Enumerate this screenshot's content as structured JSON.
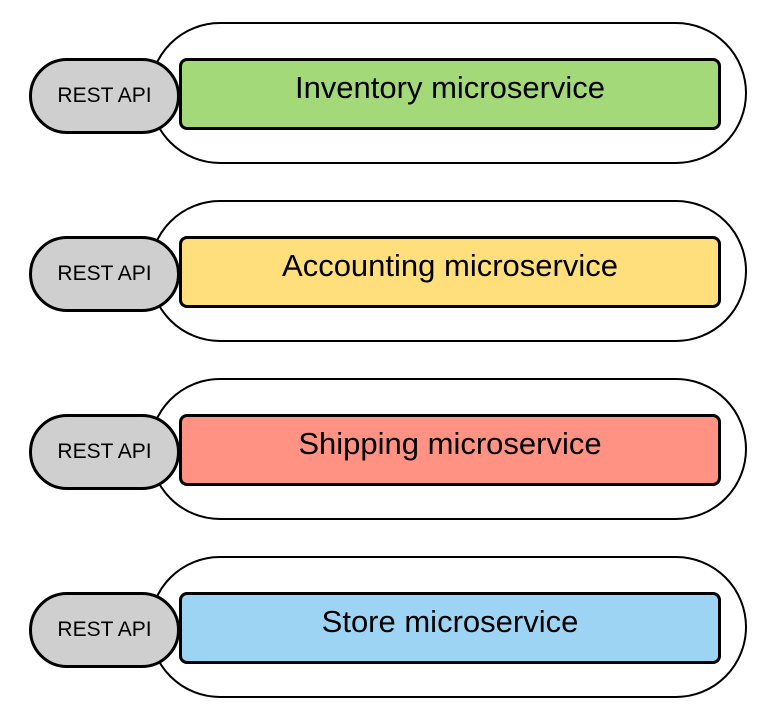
{
  "services": [
    {
      "name": "Inventory microservice",
      "api_label": "REST API",
      "color": "#a4d97a"
    },
    {
      "name": "Accounting microservice",
      "api_label": "REST API",
      "color": "#ffdf7c"
    },
    {
      "name": "Shipping microservice",
      "api_label": "REST API",
      "color": "#ff9282"
    },
    {
      "name": "Store microservice",
      "api_label": "REST API",
      "color": "#9dd4f4"
    }
  ]
}
